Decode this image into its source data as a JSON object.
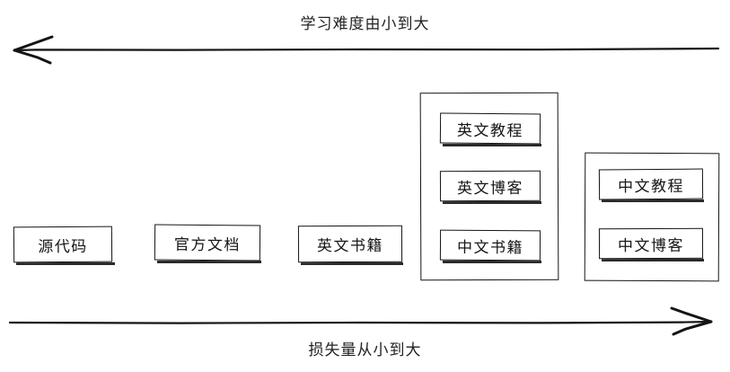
{
  "diagram": {
    "title_top": "学习难度由小到大",
    "title_bottom": "损失量从小到大",
    "style": "hand-drawn",
    "stroke_color": "#141414",
    "background_color": "#ffffff",
    "top_arrow": {
      "name": "difficulty-axis-arrow",
      "direction": "left",
      "label": "学习难度由小到大"
    },
    "bottom_arrow": {
      "name": "loss-axis-arrow",
      "direction": "right",
      "label": "损失量从小到大"
    },
    "items": [
      {
        "id": "source-code",
        "label": "源代码",
        "grouped": false
      },
      {
        "id": "official-docs",
        "label": "官方文档",
        "grouped": false
      },
      {
        "id": "english-books",
        "label": "英文书籍",
        "grouped": false
      }
    ],
    "groups": [
      {
        "id": "group-english-mid",
        "items": [
          {
            "id": "english-tutorial",
            "label": "英文教程"
          },
          {
            "id": "english-blog",
            "label": "英文博客"
          },
          {
            "id": "chinese-books",
            "label": "中文书籍"
          }
        ]
      },
      {
        "id": "group-chinese",
        "items": [
          {
            "id": "chinese-tutorial",
            "label": "中文教程"
          },
          {
            "id": "chinese-blog",
            "label": "中文博客"
          }
        ]
      }
    ]
  }
}
